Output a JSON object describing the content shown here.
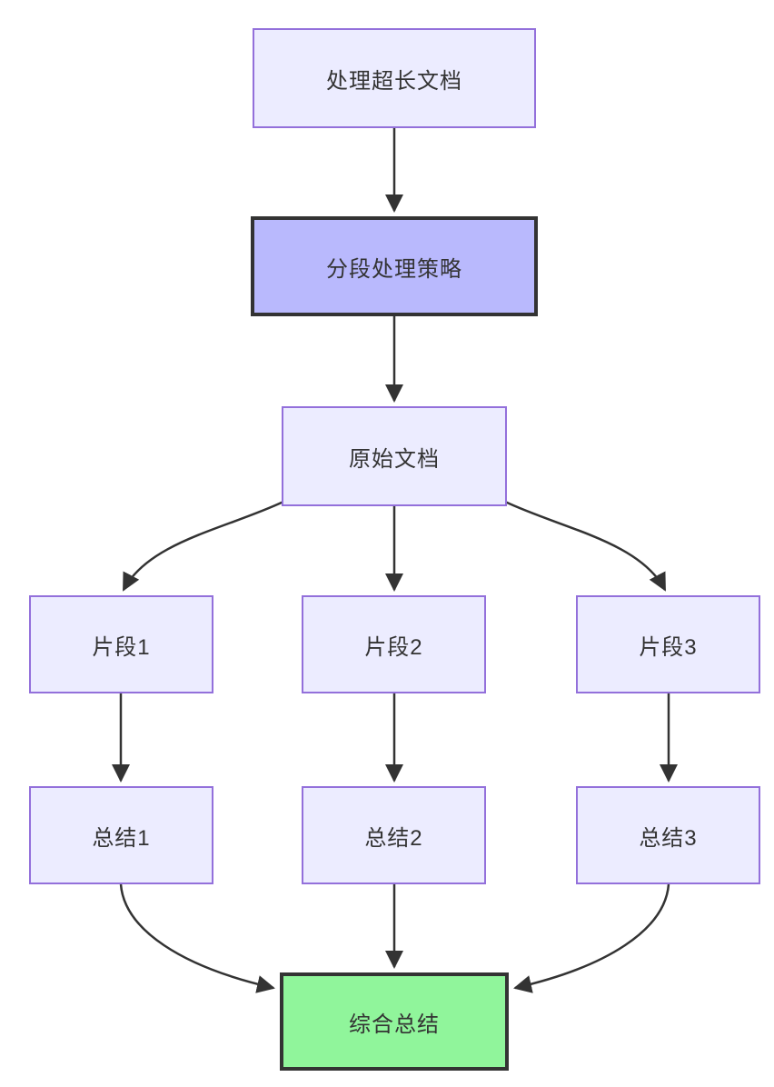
{
  "diagram": {
    "type": "flowchart",
    "direction": "top-down",
    "nodes": [
      {
        "id": "process-long-doc",
        "label": "处理超长文档",
        "style": "default"
      },
      {
        "id": "segment-strategy",
        "label": "分段处理策略",
        "style": "highlight"
      },
      {
        "id": "original-doc",
        "label": "原始文档",
        "style": "default"
      },
      {
        "id": "fragment-1",
        "label": "片段1",
        "style": "default"
      },
      {
        "id": "fragment-2",
        "label": "片段2",
        "style": "default"
      },
      {
        "id": "fragment-3",
        "label": "片段3",
        "style": "default"
      },
      {
        "id": "summary-1",
        "label": "总结1",
        "style": "default"
      },
      {
        "id": "summary-2",
        "label": "总结2",
        "style": "default"
      },
      {
        "id": "summary-3",
        "label": "总结3",
        "style": "default"
      },
      {
        "id": "final-summary",
        "label": "综合总结",
        "style": "success"
      }
    ],
    "edges": [
      {
        "from": "process-long-doc",
        "to": "segment-strategy"
      },
      {
        "from": "segment-strategy",
        "to": "original-doc"
      },
      {
        "from": "original-doc",
        "to": "fragment-1"
      },
      {
        "from": "original-doc",
        "to": "fragment-2"
      },
      {
        "from": "original-doc",
        "to": "fragment-3"
      },
      {
        "from": "fragment-1",
        "to": "summary-1"
      },
      {
        "from": "fragment-2",
        "to": "summary-2"
      },
      {
        "from": "fragment-3",
        "to": "summary-3"
      },
      {
        "from": "summary-1",
        "to": "final-summary"
      },
      {
        "from": "summary-2",
        "to": "final-summary"
      },
      {
        "from": "summary-3",
        "to": "final-summary"
      }
    ],
    "colors": {
      "node_fill": "#ECECFF",
      "node_border": "#9370DB",
      "highlight_fill": "#B9B9FD",
      "highlight_border": "#333333",
      "success_fill": "#90F59B",
      "success_border": "#333333",
      "edge": "#333333",
      "text": "#333333",
      "background": "#FFFFFF"
    }
  }
}
